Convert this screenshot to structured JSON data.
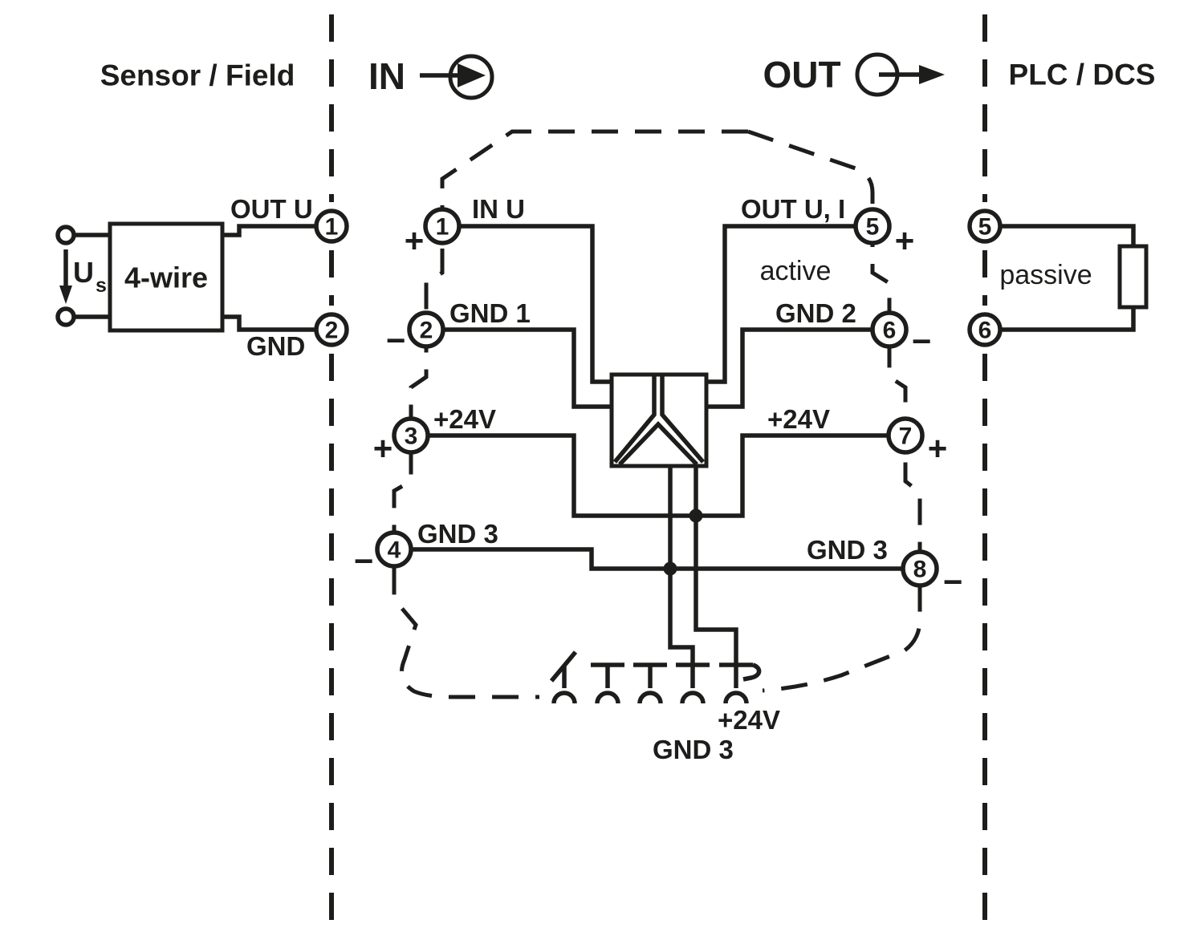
{
  "colors": {
    "ink": "#1d1d1b",
    "background": "#ffffff"
  },
  "headers": {
    "sensor_field": "Sensor / Field",
    "in": "IN",
    "out": "OUT",
    "plc_dcs": "PLC / DCS"
  },
  "icons": {
    "in_flow": "circle-with-inward-arrow",
    "out_flow": "circle-with-outward-arrow",
    "bus_connectors": "din-rail-bus-contacts",
    "isolator": "isolation-amplifier-y-symbol"
  },
  "sensor": {
    "box_label": "4-wire",
    "supply_label": "U",
    "supply_sub": "s",
    "out_u": "OUT U",
    "gnd": "GND"
  },
  "module": {
    "in_u": "IN U",
    "gnd_1": "GND 1",
    "plus_24v_in": "+24V",
    "gnd_3_in": "GND 3",
    "out_u_i": "OUT U, I",
    "active": "active",
    "gnd_2": "GND 2",
    "plus_24v_out": "+24V",
    "gnd_3_out": "GND 3",
    "plus_24v_bus": "+24V",
    "gnd_3_bus": "GND 3"
  },
  "plc": {
    "passive": "passive"
  },
  "terminals": [
    {
      "id": "field-1",
      "n": "1"
    },
    {
      "id": "field-2",
      "n": "2"
    },
    {
      "id": "module-in-1",
      "n": "1"
    },
    {
      "id": "module-in-2",
      "n": "2"
    },
    {
      "id": "module-in-3",
      "n": "3"
    },
    {
      "id": "module-in-4",
      "n": "4"
    },
    {
      "id": "module-out-5",
      "n": "5"
    },
    {
      "id": "module-out-6",
      "n": "6"
    },
    {
      "id": "module-out-7",
      "n": "7"
    },
    {
      "id": "module-out-8",
      "n": "8"
    },
    {
      "id": "plc-5",
      "n": "5"
    },
    {
      "id": "plc-6",
      "n": "6"
    }
  ],
  "signs": {
    "t1": "+",
    "t2": "−",
    "t3": "+",
    "t4": "−",
    "t5": "+",
    "t6": "−",
    "t7": "+",
    "t8": "−"
  }
}
